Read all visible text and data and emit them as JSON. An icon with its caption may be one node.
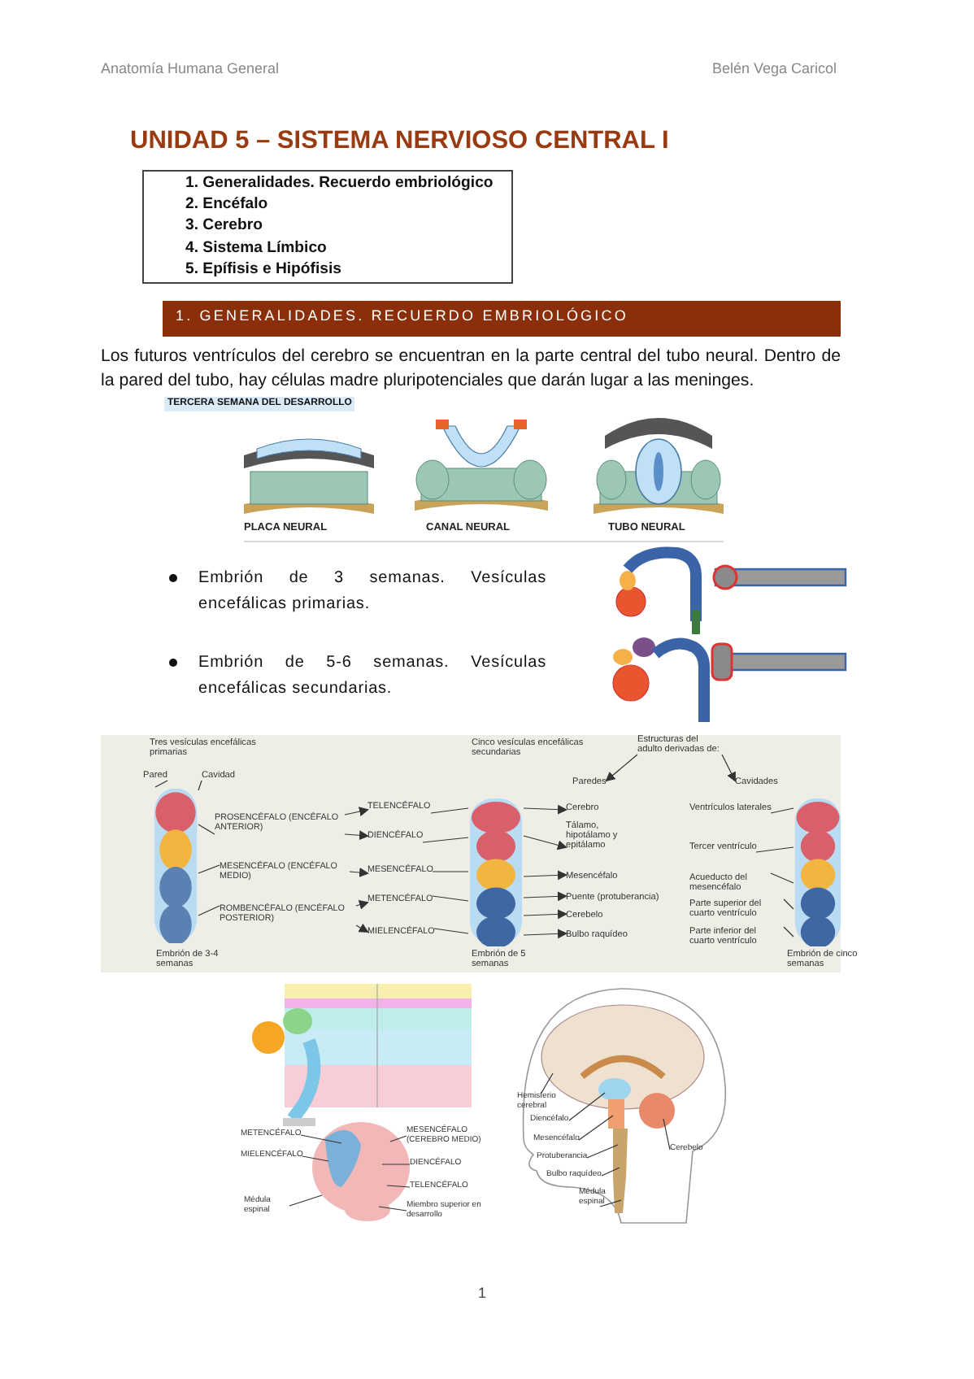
{
  "diagram": {
    "title": "UNIDAD 5 – SISTEMA NERVIOSO CENTRAL I",
    "nodes": [
      {
        "text": [
          "Pared"
        ]
      },
      {
        "text": [
          "Cavidad"
        ]
      },
      {
        "text": [],
        "shape": "picture",
        "beside": [
          "Embrión de 3-4 semanas"
        ]
      },
      {
        "text": [
          "PROSENCÉFALO (ENCÉFALO ANTERIOR)"
        ]
      },
      {
        "text": [
          "MESENCÉFALO (ENCÉFALO MEDIO)"
        ]
      },
      {
        "text": [
          "ROMBENCÉFALO (ENCÉFALO POSTERIOR)"
        ]
      },
      {
        "text": [
          "TELENCÉFALO"
        ]
      },
      {
        "text": [
          "DIENCÉFALO"
        ]
      },
      {
        "text": [
          "MESENCÉFALO"
        ]
      },
      {
        "text": [
          "METENCÉFALO"
        ]
      },
      {
        "text": [
          "MIELENCÉFALO"
        ]
      },
      {
        "text": [],
        "shape": "picture",
        "beside": [
          "Embrión de 5 semanas"
        ]
      },
      {
        "text": [
          "Estructuras del adulto derivadas de:"
        ]
      },
      {
        "text": [
          "Paredes"
        ]
      },
      {
        "text": [
          "Cavidades"
        ]
      },
      {
        "text": [
          "Cerebro"
        ]
      },
      {
        "text": [
          "Tálamo, hipotálamo y epitálamo"
        ]
      },
      {
        "text": [
          "Mesencéfalo"
        ]
      },
      {
        "text": [
          "Puente (protuberancia)"
        ]
      },
      {
        "text": [
          "Cerebelo"
        ]
      },
      {
        "text": [
          "Bulbo raquídeo"
        ]
      },
      {
        "text": [
          "Ventrículos laterales"
        ]
      },
      {
        "text": [
          "Tercer ventrículo"
        ]
      },
      {
        "text": [
          "Acueducto del mesencéfalo"
        ]
      },
      {
        "text": [
          "Parte superior del cuarto ventrículo"
        ]
      },
      {
        "text": [
          "Parte inferior del cuarto ventrículo"
        ]
      },
      {
        "text": [],
        "shape": "picture",
        "beside": [
          "Embrión de cinco semanas"
        ]
      },
      {
        "text": [
          "Hemisferio cerebral"
        ]
      },
      {
        "text": [
          "Diencéfalo"
        ]
      },
      {
        "text": [
          "Mesencéfalo"
        ]
      },
      {
        "text": [
          "Protuberancia"
        ]
      },
      {
        "text": [
          "Bulbo raquídeo"
        ]
      },
      {
        "text": [
          "Médula espinal"
        ]
      },
      {
        "text": [
          "Cerebelo"
        ]
      },
      {
        "text": [
          "METENCÉFALO"
        ]
      },
      {
        "text": [
          "MIELENCÉFALO"
        ]
      },
      {
        "text": [
          "Médula espinal"
        ]
      },
      {
        "text": [
          "MESENCÉFALO (CEREBRO MEDIO)"
        ]
      },
      {
        "text": [
          "DIENCÉFALO"
        ]
      },
      {
        "text": [
          "TELENCÉFALO"
        ]
      },
      {
        "text": [
          "Miembro superior en desarrollo"
        ]
      }
    ],
    "edges": [
      {
        "from": 0,
        "to": 2,
        "arrow": "none"
      },
      {
        "from": 1,
        "to": 2,
        "arrow": "none"
      },
      {
        "from": 3,
        "to": 2,
        "arrow": "none"
      },
      {
        "from": 4,
        "to": 2,
        "arrow": "none"
      },
      {
        "from": 5,
        "to": 2,
        "arrow": "none"
      },
      {
        "from": 3,
        "to": 6,
        "arrow": "to"
      },
      {
        "from": 3,
        "to": 7,
        "arrow": "to"
      },
      {
        "from": 4,
        "to": 8,
        "arrow": "to"
      },
      {
        "from": 5,
        "to": 9,
        "arrow": "to"
      },
      {
        "from": 5,
        "to": 10,
        "arrow": "to"
      },
      {
        "from": 6,
        "to": 11,
        "arrow": "none"
      },
      {
        "from": 7,
        "to": 11,
        "arrow": "none"
      },
      {
        "from": 8,
        "to": 11,
        "arrow": "none"
      },
      {
        "from": 9,
        "to": 11,
        "arrow": "none"
      },
      {
        "from": 10,
        "to": 11,
        "arrow": "none"
      },
      {
        "from": 12,
        "to": 13,
        "arrow": "to"
      },
      {
        "from": 12,
        "to": 14,
        "arrow": "to"
      },
      {
        "from": 11,
        "to": 15,
        "arrow": "to"
      },
      {
        "from": 11,
        "to": 16,
        "arrow": "to"
      },
      {
        "from": 11,
        "to": 17,
        "arrow": "to"
      },
      {
        "from": 11,
        "to": 18,
        "arrow": "to"
      },
      {
        "from": 11,
        "to": 19,
        "arrow": "to"
      },
      {
        "from": 11,
        "to": 20,
        "arrow": "to"
      },
      {
        "from": 21,
        "to": 26,
        "arrow": "none"
      },
      {
        "from": 22,
        "to": 26,
        "arrow": "none"
      },
      {
        "from": 23,
        "to": 26,
        "arrow": "none"
      },
      {
        "from": 24,
        "to": 26,
        "arrow": "none"
      },
      {
        "from": 25,
        "to": 26,
        "arrow": "none"
      },
      {
        "from": 27,
        "to": null,
        "arrow": "none"
      },
      {
        "from": 28,
        "to": null,
        "arrow": "none"
      },
      {
        "from": 29,
        "to": null,
        "arrow": "none"
      },
      {
        "from": 30,
        "to": null,
        "arrow": "none"
      },
      {
        "from": 31,
        "to": null,
        "arrow": "none"
      },
      {
        "from": 32,
        "to": null,
        "arrow": "none"
      },
      {
        "from": 33,
        "to": null,
        "arrow": "none"
      },
      {
        "from": 34,
        "to": null,
        "arrow": "none"
      },
      {
        "from": 35,
        "to": null,
        "arrow": "none"
      },
      {
        "from": 36,
        "to": null,
        "arrow": "none"
      },
      {
        "from": 37,
        "to": null,
        "arrow": "none"
      },
      {
        "from": 38,
        "to": null,
        "arrow": "none"
      },
      {
        "from": 39,
        "to": null,
        "arrow": "none"
      },
      {
        "from": 40,
        "to": null,
        "arrow": "none"
      }
    ],
    "labels": [
      "Anatomía Humana General",
      "Belén Vega Caricol",
      "1. Generalidades. Recuerdo embriológico",
      "2. Encéfalo",
      "3. Cerebro",
      "4. Sistema Límbico",
      "5. Epífisis e Hipófisis",
      "1. GENERALIDADES. RECUERDO EMBRIOLÓGICO",
      "Los futuros ventrículos del cerebro se encuentran en la parte central del tubo neural. Dentro de la pared del tubo, hay células madre pluripotenciales que darán lugar a las meninges.",
      "TERCERA SEMANA DEL DESARROLLO",
      "PLACA NEURAL",
      "CANAL NEURAL",
      "TUBO NEURAL",
      "Embrión de 3 semanas. Vesículas encefálicas primarias.",
      "Embrión de 5-6 semanas. Vesículas encefálicas secundarias.",
      "Tres vesículas encefálicas primarias",
      "Cinco vesículas encefálicas secundarias",
      "1"
    ]
  }
}
